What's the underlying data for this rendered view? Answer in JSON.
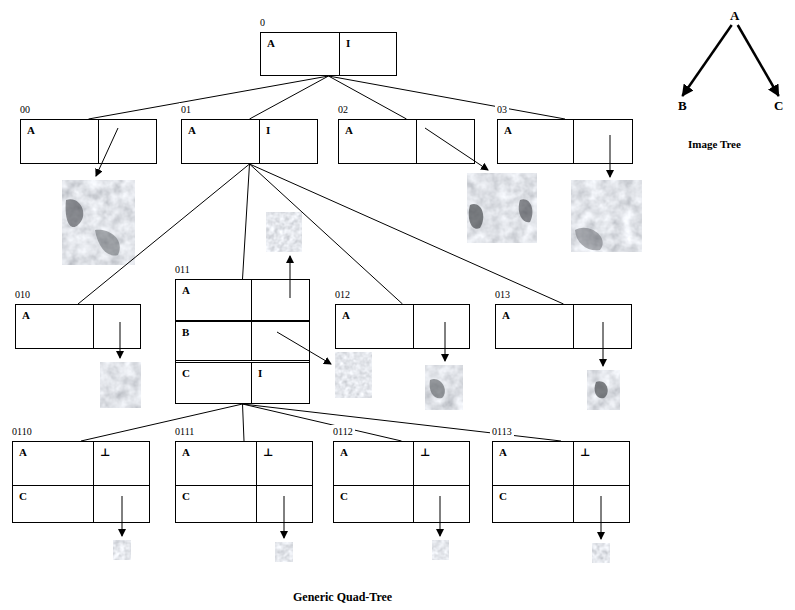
{
  "diagram": {
    "caption": "Generic Quad-Tree",
    "nodes": [
      {
        "text": [
          "0",
          "A",
          "I"
        ]
      },
      {
        "text": [
          "00",
          "A"
        ]
      },
      {
        "text": [
          "01",
          "A",
          "I"
        ]
      },
      {
        "text": [
          "02",
          "A"
        ]
      },
      {
        "text": [
          "03",
          "A"
        ]
      },
      {
        "text": [
          "010",
          "A"
        ]
      },
      {
        "text": [
          "011",
          "A",
          "B",
          "C",
          "I"
        ]
      },
      {
        "text": [
          "012",
          "A"
        ]
      },
      {
        "text": [
          "013",
          "A"
        ]
      },
      {
        "text": [
          "0110",
          "A",
          "⊥",
          "C"
        ]
      },
      {
        "text": [
          "0111",
          "A",
          "⊥",
          "C"
        ]
      },
      {
        "text": [
          "0112",
          "A",
          "⊥",
          "C"
        ]
      },
      {
        "text": [
          "0113",
          "A",
          "⊥",
          "C"
        ]
      },
      {
        "text": [
          "A"
        ]
      },
      {
        "text": [
          "B"
        ]
      },
      {
        "text": [
          "C"
        ]
      }
    ],
    "edges": [
      {
        "from": 0,
        "to": 1,
        "arrow": "none"
      },
      {
        "from": 0,
        "to": 2,
        "arrow": "none"
      },
      {
        "from": 0,
        "to": 3,
        "arrow": "none"
      },
      {
        "from": 0,
        "to": 4,
        "arrow": "none"
      },
      {
        "from": 2,
        "to": 5,
        "arrow": "none"
      },
      {
        "from": 2,
        "to": 6,
        "arrow": "none"
      },
      {
        "from": 2,
        "to": 7,
        "arrow": "none"
      },
      {
        "from": 2,
        "to": 8,
        "arrow": "none"
      },
      {
        "from": 6,
        "to": 9,
        "arrow": "none"
      },
      {
        "from": 6,
        "to": 10,
        "arrow": "none"
      },
      {
        "from": 6,
        "to": 11,
        "arrow": "none"
      },
      {
        "from": 6,
        "to": 12,
        "arrow": "none"
      },
      {
        "from": 13,
        "to": 14,
        "arrow": "to"
      },
      {
        "from": 13,
        "to": 15,
        "arrow": "to"
      }
    ],
    "labels": [
      "Image Tree"
    ]
  }
}
